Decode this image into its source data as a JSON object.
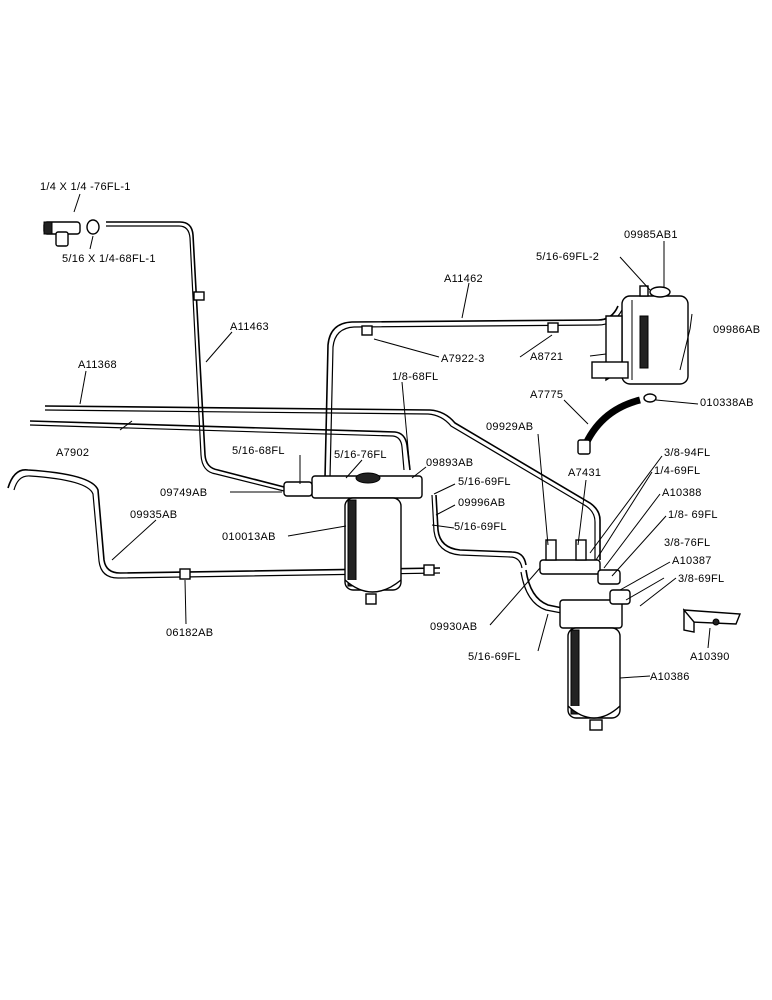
{
  "labels": {
    "tee_fitting": "1/4 X 1/4 -76FL-1",
    "elbow_fitting": "5/16 X 1/4-68FL-1",
    "a11463": "A11463",
    "a11462": "A11462",
    "a11368": "A11368",
    "a7902": "A7902",
    "a7922_3": "A7922-3",
    "a8721": "A8721",
    "p09985ab1": "09985AB1",
    "p516_69fl_2": "5/16-69FL-2",
    "p09986ab": "09986AB",
    "a7775": "A7775",
    "p010338ab": "010338AB",
    "p18_68fl": "1/8-68FL",
    "p516_68fl": "5/16-68FL",
    "p516_76fl": "5/16-76FL",
    "p09893ab": "09893AB",
    "p09749ab": "09749AB",
    "p516_69fl_a": "5/16-69FL",
    "p09996ab": "09996AB",
    "p516_69fl_b": "5/16-69FL",
    "p09935ab": "09935AB",
    "p010013ab": "010013AB",
    "p09929ab": "09929AB",
    "a7431": "A7431",
    "p38_94fl": "3/8-94FL",
    "p14_69fl": "1/4-69FL",
    "a10388": "A10388",
    "p18_69fl": "1/8- 69FL",
    "a10387": "A10387",
    "p38_76fl": "3/8-76FL",
    "p38_69fl": "3/8-69FL",
    "p06182ab": "06182AB",
    "p09930ab": "09930AB",
    "p516_69fl_c": "5/16-69FL",
    "a10390": "A10390",
    "a10386": "A10386"
  }
}
